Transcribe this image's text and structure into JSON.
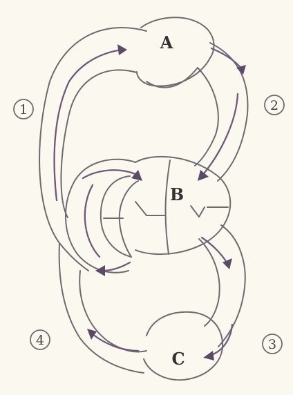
{
  "nodes": {
    "a": "A",
    "b": "B",
    "c": "C"
  },
  "loops": {
    "one": "1",
    "two": "2",
    "three": "3",
    "four": "4"
  }
}
